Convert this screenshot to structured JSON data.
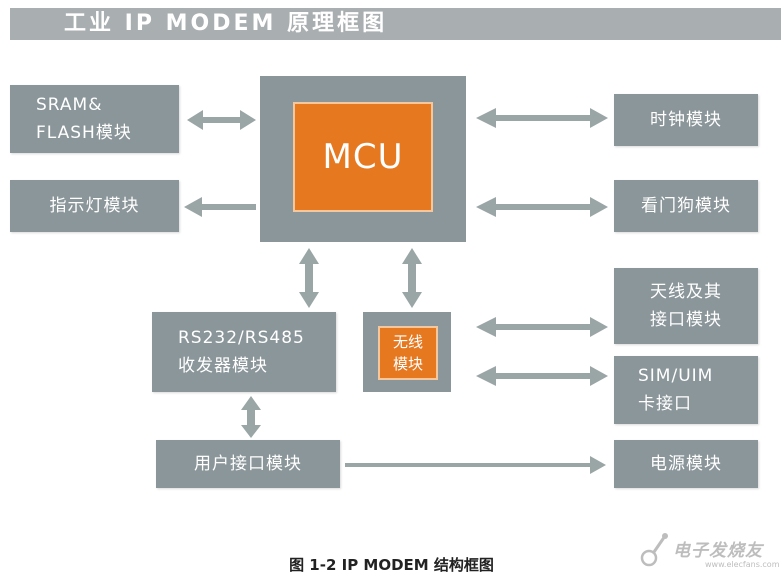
{
  "title": "工业 IP MODEM 原理框图",
  "boxes": {
    "sram_line1": "SRAM&",
    "sram_line2": "FLASH模块",
    "indicator": "指示灯模块",
    "mcu": "MCU",
    "clock": "时钟模块",
    "watchdog": "看门狗模块",
    "rs_line1": "RS232/RS485",
    "rs_line2": "收发器模块",
    "wireless_line1": "无线",
    "wireless_line2": "模块",
    "antenna_line1": "天线及其",
    "antenna_line2": "接口模块",
    "sim_line1": "SIM/UIM",
    "sim_line2": "卡接口",
    "user_interface": "用户接口模块",
    "power": "电源模块"
  },
  "caption": "图 1-2 IP MODEM 结构框图",
  "watermark": {
    "text": "电子发烧友",
    "url": "www.elecfans.com"
  },
  "colors": {
    "box": "#8b969a",
    "accent": "#e67820",
    "arrow": "#9aa5a6",
    "title_bar": "#a9aeb0"
  }
}
